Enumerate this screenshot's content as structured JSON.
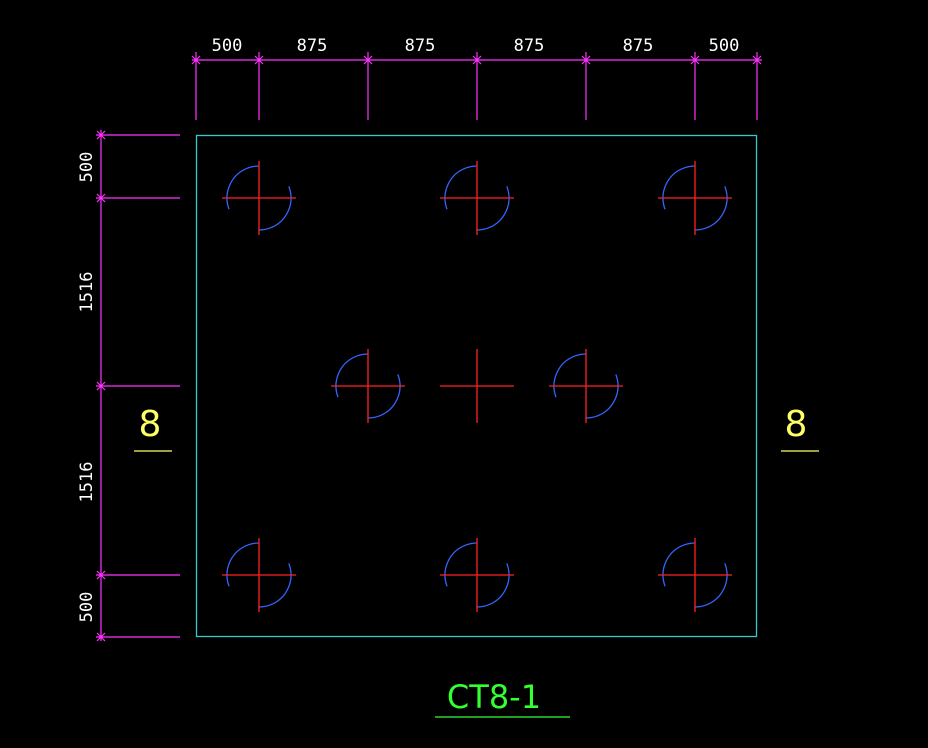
{
  "colors": {
    "background": "#000000",
    "dimension": "#ff33ff",
    "outline": "#33cccc",
    "pile_circle": "#3366ff",
    "crosshair": "#ff2222",
    "section_mark": "#ffff66",
    "title": "#33ff33"
  },
  "top_dimensions": [
    "500",
    "875",
    "875",
    "875",
    "875",
    "500"
  ],
  "left_dimensions": [
    "500",
    "1516",
    "1516",
    "500"
  ],
  "section_marks": {
    "left": "8",
    "right": "8"
  },
  "title": "CT8-1",
  "piles": {
    "count": 8,
    "symbol": "circle-with-crosshair",
    "center_mark": "crosshair"
  }
}
